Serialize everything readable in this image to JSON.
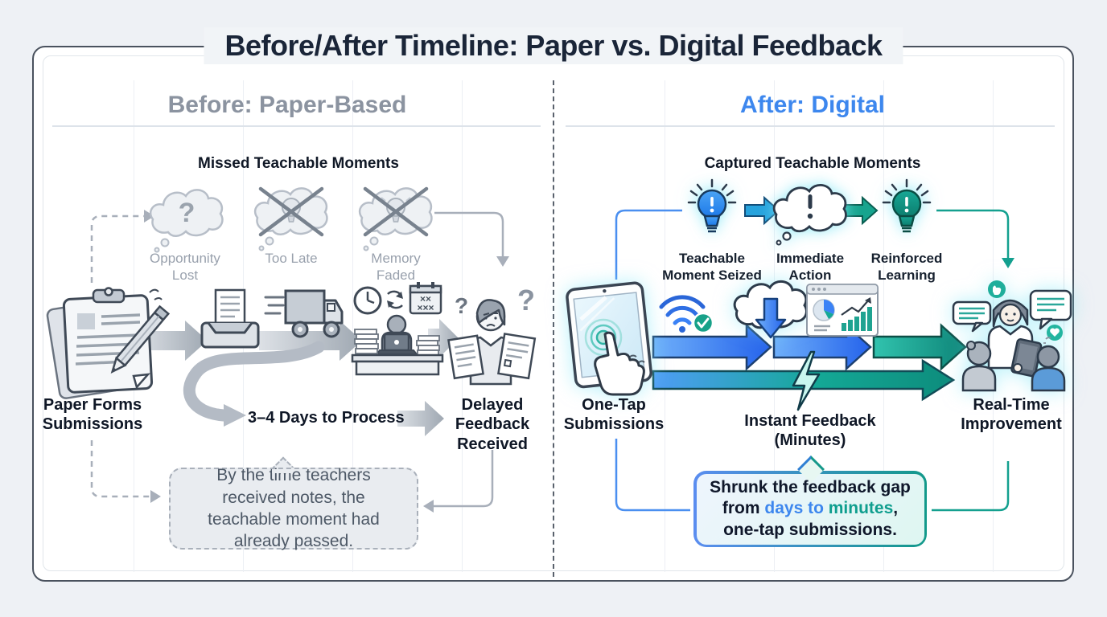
{
  "title": "Before/After Timeline: Paper vs. Digital Feedback",
  "before": {
    "heading": "Before: Paper-Based",
    "subheading": "Missed Teachable Moments",
    "moments": [
      {
        "label": "Opportunity Lost",
        "icon": "question-cloud-icon",
        "crossed": false
      },
      {
        "label": "Too Late",
        "icon": "crossed-bulb-cloud-icon",
        "crossed": true
      },
      {
        "label": "Memory Faded",
        "icon": "crossed-bulb-cloud-icon",
        "crossed": true
      }
    ],
    "flow_start_label": "Paper Forms Submissions",
    "flow_end_label": "Delayed Feedback Received",
    "process_label": "3–4 Days to Process",
    "callout_text": "By the time teachers received notes, the teachable moment had already passed.",
    "flow_icons": [
      "paper-forms-icon",
      "inbox-icon",
      "delivery-truck-icon",
      "desk-backlog-icon",
      "worried-teacher-icon"
    ]
  },
  "after": {
    "heading": "After: Digital",
    "subheading": "Captured Teachable Moments",
    "moments": [
      {
        "label": "Teachable Moment Seized",
        "icon": "lightbulb-blue-icon"
      },
      {
        "label": "Immediate Action",
        "icon": "exclaim-cloud-icon"
      },
      {
        "label": "Reinforced Learning",
        "icon": "lightbulb-teal-icon"
      }
    ],
    "flow_start_label": "One-Tap Submissions",
    "flow_middle_label": "Instant Feedback (Minutes)",
    "flow_end_label": "Real-Time Improvement",
    "callout": {
      "line1": "Shrunk the feedback gap",
      "line2_prefix": "from ",
      "highlight_blue": "days to ",
      "highlight_teal": "minutes",
      "line2_suffix": ",",
      "line3": "one-tap submissions."
    },
    "flow_icons": [
      "tablet-tap-icon",
      "wifi-check-icon",
      "cloud-sync-icon",
      "dashboard-icon",
      "classroom-discussion-icon"
    ]
  },
  "glyphs": {
    "question": "?",
    "question_small": "?",
    "calendar_x_row1": "××",
    "calendar_x_row2": "×××"
  },
  "colors": {
    "accent_blue": "#3d87ee",
    "accent_teal": "#0f9e8e",
    "gray": "#9aa3ad",
    "dark_text": "#0f1726"
  }
}
